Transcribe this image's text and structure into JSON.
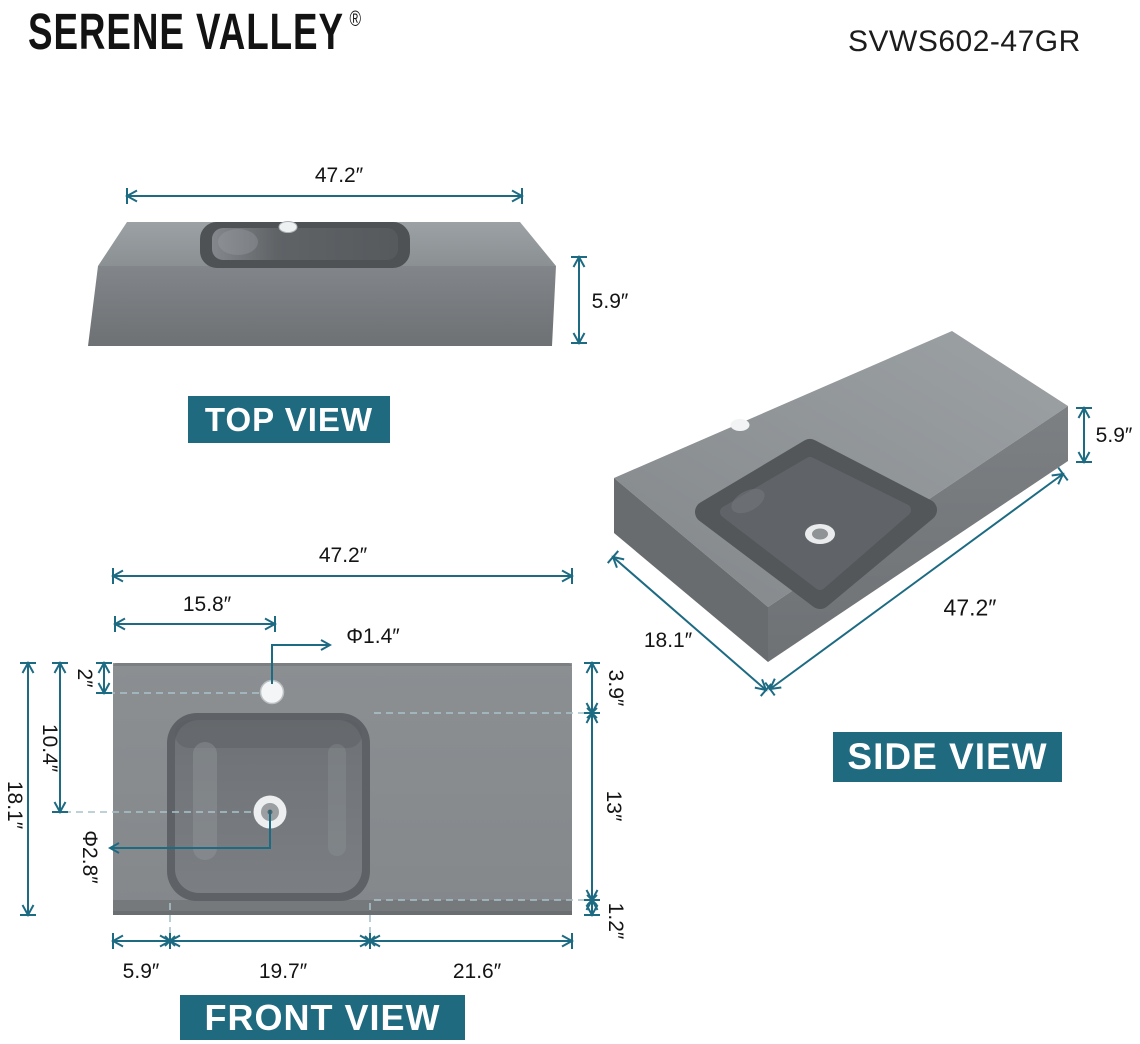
{
  "header": {
    "brand": "SERENE VALLEY",
    "registered_mark": "®",
    "model": "SVWS602-47GR"
  },
  "colors": {
    "dimension_teal": "#1d6b83",
    "label_box_teal": "#206a80",
    "sink_gray_light": "#9aa0a3",
    "sink_gray_mid": "#7d8184",
    "sink_gray_dark": "#54585c",
    "dashed_guide": "#a9c2cb",
    "text_black": "#141414"
  },
  "views": {
    "top": {
      "label": "TOP VIEW",
      "dimensions": {
        "width": "47.2″",
        "thickness": "5.9″"
      }
    },
    "front": {
      "label": "FRONT VIEW",
      "dimensions": {
        "total_width": "47.2″",
        "left_to_faucet": "15.8″",
        "faucet_hole_diameter": "Φ1.4″",
        "top_to_faucet": "2″",
        "top_to_drain": "10.4″",
        "total_depth": "18.1″",
        "drain_diameter": "Φ2.8″",
        "top_to_basin": "3.9″",
        "basin_span": "13″",
        "basin_to_bottom": "1.2″",
        "left_to_basin": "5.9″",
        "basin_width": "19.7″",
        "basin_to_right": "21.6″"
      }
    },
    "side": {
      "label": "SIDE VIEW",
      "dimensions": {
        "thickness": "5.9″",
        "length": "47.2″",
        "depth": "18.1″"
      }
    }
  }
}
